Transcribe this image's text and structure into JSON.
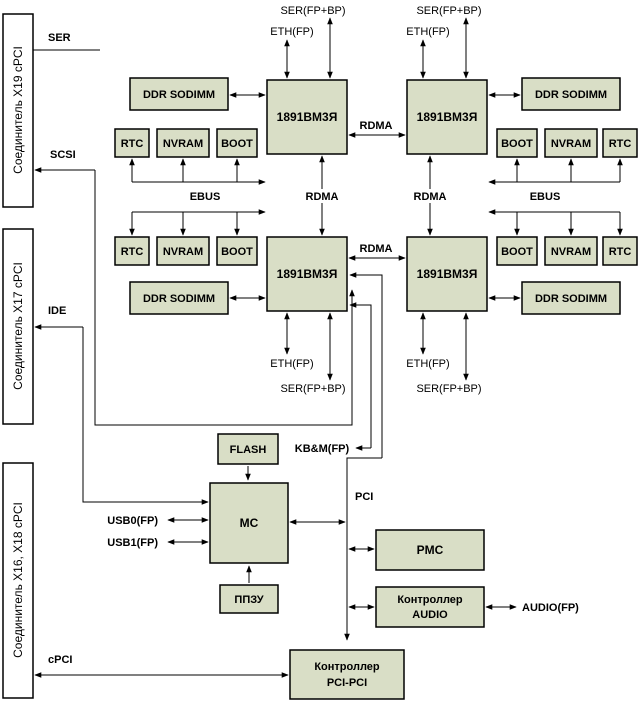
{
  "connectors": {
    "x19": "Соединитель X19 cPCI",
    "x17": "Соединитель X17 cPCI",
    "x16_18": "Соединитель X16, X18 cPCI"
  },
  "signals": {
    "ser": "SER",
    "scsi": "SCSI",
    "ide": "IDE",
    "cpci": "cPCI",
    "pci": "PCI",
    "ebus": "EBUS",
    "rdma": "RDMA",
    "eth_fp": "ETH(FP)",
    "ser_fp_bp": "SER(FP+BP)",
    "kbm_fp": "KB&M(FP)",
    "usb0_fp": "USB0(FP)",
    "usb1_fp": "USB1(FP)",
    "audio_fp": "AUDIO(FP)"
  },
  "blocks": {
    "cpu": "1891ВМ3Я",
    "ddr": "DDR SODIMM",
    "rtc": "RTC",
    "nvram": "NVRAM",
    "boot": "BOOT",
    "flash": "FLASH",
    "mc": "MC",
    "ppzu": "ППЗУ",
    "pmc": "PMC",
    "audio_line1": "Контроллер",
    "audio_line2": "AUDIO",
    "pcipci_line1": "Контроллер",
    "pcipci_line2": "PCI-PCI"
  }
}
